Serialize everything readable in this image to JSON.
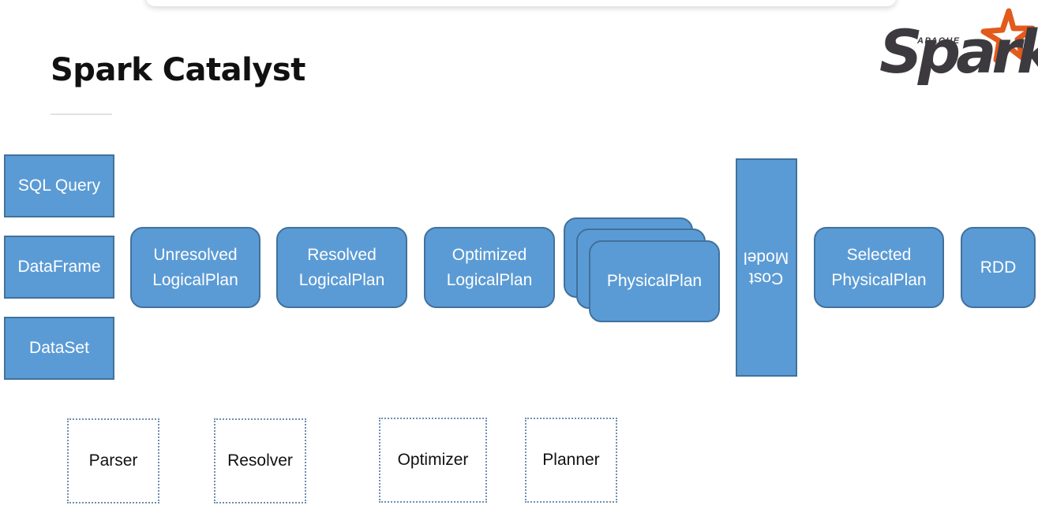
{
  "slide": {
    "title": "Spark Catalyst"
  },
  "logo": {
    "word": "Spark",
    "apache": "APACHE",
    "icon": "spark-star-icon",
    "colors": {
      "text": "#3c3a3e",
      "star": "#e25a1c"
    }
  },
  "inputs": [
    {
      "label": "SQL Query"
    },
    {
      "label": "DataFrame"
    },
    {
      "label": "DataSet"
    }
  ],
  "plans": {
    "unresolved": [
      "Unresolved",
      "LogicalPlan"
    ],
    "resolved": [
      "Resolved",
      "LogicalPlan"
    ],
    "optimized": [
      "Optimized",
      "LogicalPlan"
    ],
    "physical": "PhysicalPlan",
    "cost_model": [
      "Cost",
      "Model"
    ],
    "selected": [
      "Selected",
      "PhysicalPlan"
    ],
    "rdd": "RDD"
  },
  "stages": [
    {
      "label": "Parser"
    },
    {
      "label": "Resolver"
    },
    {
      "label": "Optimizer"
    },
    {
      "label": "Planner"
    }
  ],
  "colors": {
    "box_fill": "#5b9bd5",
    "box_border": "#41719c",
    "stage_border": "#6f8fb0"
  }
}
